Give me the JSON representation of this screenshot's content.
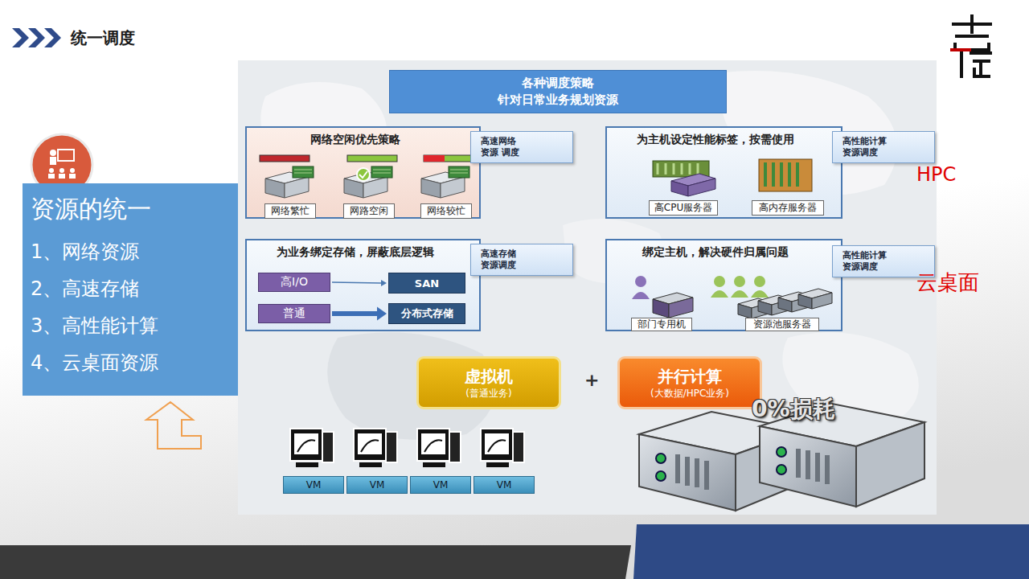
{
  "diagram": {
    "title": "统一调度",
    "nodes": [
      {
        "text": [
          "资源的统一",
          "1、网络资源",
          "2、高速存储",
          "3、高性能计算",
          "4、云桌面资源"
        ]
      },
      {
        "text": [
          "各种调度策略 针对日常业务规划资源"
        ]
      },
      {
        "text": [
          "网络空闲优先策略"
        ]
      },
      {
        "text": [
          "网络繁忙"
        ],
        "in": 2
      },
      {
        "text": [
          "网路空闲"
        ],
        "in": 2
      },
      {
        "text": [
          "网络较忙"
        ],
        "in": 2
      },
      {
        "text": [
          "高速网络 资源 调度"
        ]
      },
      {
        "text": [
          "为主机设定性能标签，按需使用"
        ]
      },
      {
        "text": [
          "高CPU服务器"
        ],
        "in": 7
      },
      {
        "text": [
          "高内存服务器"
        ],
        "in": 7
      },
      {
        "text": [
          "高性能计算 资源调度"
        ]
      },
      {
        "text": [
          "为业务绑定存储，屏蔽底层逻辑"
        ]
      },
      {
        "text": [
          "高I/O"
        ],
        "in": 11
      },
      {
        "text": [
          "SAN"
        ],
        "in": 11
      },
      {
        "text": [
          "普通"
        ],
        "in": 11
      },
      {
        "text": [
          "分布式存储"
        ],
        "in": 11
      },
      {
        "text": [
          "高速存储 资源调度"
        ]
      },
      {
        "text": [
          "绑定主机，解决硬件归属问题"
        ]
      },
      {
        "text": [
          "部门专用机"
        ],
        "in": 17
      },
      {
        "text": [
          "资源池服务器"
        ],
        "in": 17
      },
      {
        "text": [
          "高性能计算 资源调度"
        ]
      },
      {
        "text": [
          "虚拟机",
          "(普通业务)"
        ]
      },
      {
        "text": [
          "并行计算",
          "(大数据/HPC业务)"
        ]
      },
      {
        "text": [
          "VM"
        ]
      },
      {
        "text": [
          "VM"
        ]
      },
      {
        "text": [
          "VM"
        ]
      },
      {
        "text": [
          "VM"
        ]
      }
    ],
    "edges": [
      {
        "from": 12,
        "to": 13,
        "arrow": "to"
      },
      {
        "from": 14,
        "to": 15,
        "arrow": "to"
      }
    ],
    "labels": [
      "HPC",
      "云桌面",
      "+",
      "0%损耗"
    ]
  }
}
